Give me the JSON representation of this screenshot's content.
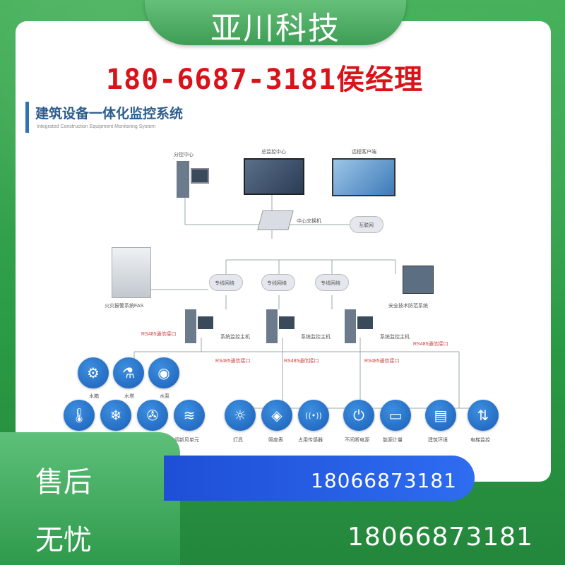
{
  "banner": {
    "title": "亚川科技"
  },
  "contact": {
    "phone_line": "180-6687-3181侯经理"
  },
  "diagram": {
    "title": "建筑设备一体化监控系统",
    "subtitle": "Integrated Construction Equipment Monitoring System",
    "nodes": {
      "sub_center": "分控中心",
      "main_center": "总监控中心",
      "remote_client": "远程客户端",
      "core_switch": "中心交换机",
      "cloud_right": "互联网",
      "fas": "火灾报警系统FAS",
      "security": "安全技术防范系统",
      "net1": "专线网络",
      "net2": "专线网络",
      "net3": "专线网络",
      "host1": "系统监控主机",
      "host2": "系统监控主机",
      "host3": "系统监控主机",
      "rs485_a": "RS485通信接口",
      "rs485_b": "RS485通信接口",
      "rs485_c": "RS485通信接口",
      "rs485_d": "RS485通信接口",
      "rs485_e": "RS485通信接口"
    },
    "icons_top": [
      {
        "label": "水箱",
        "icon": "water-tank-icon",
        "glyph": "⚙"
      },
      {
        "label": "水塔",
        "icon": "tower-icon",
        "glyph": "⚗"
      },
      {
        "label": "水泵",
        "icon": "pump-icon",
        "glyph": "◉"
      }
    ],
    "icons_bottom": [
      {
        "label": "",
        "icon": "thermo-icon",
        "glyph": "🌡"
      },
      {
        "label": "",
        "icon": "snow-icon",
        "glyph": "❄"
      },
      {
        "label": "",
        "icon": "fan-icon",
        "glyph": "✇"
      },
      {
        "label": "空调新风单元",
        "icon": "wind-icon",
        "glyph": "≋"
      },
      {
        "label": "灯具",
        "icon": "bulb-icon",
        "glyph": "☼"
      },
      {
        "label": "照度表",
        "icon": "sensor-icon",
        "glyph": "◈"
      },
      {
        "label": "占用传感器",
        "icon": "signal-icon",
        "glyph": "((•))"
      },
      {
        "label": "不间断电源",
        "icon": "power-icon",
        "glyph": "⏻"
      },
      {
        "label": "能源计量",
        "icon": "meter-icon",
        "glyph": "▭"
      },
      {
        "label": "建筑环境",
        "icon": "monitor-icon",
        "glyph": "▤"
      },
      {
        "label": "电梯监控",
        "icon": "elevator-icon",
        "glyph": "⇅"
      }
    ]
  },
  "footer": {
    "left_line1": "售后",
    "left_line2": "无忧",
    "pill_number": "18066873181",
    "bottom_number": "18066873181"
  },
  "colors": {
    "green": "#2ea24a",
    "blue": "#1e4fd6",
    "red": "#d8141a",
    "icon_blue": "#1a5fb8"
  }
}
